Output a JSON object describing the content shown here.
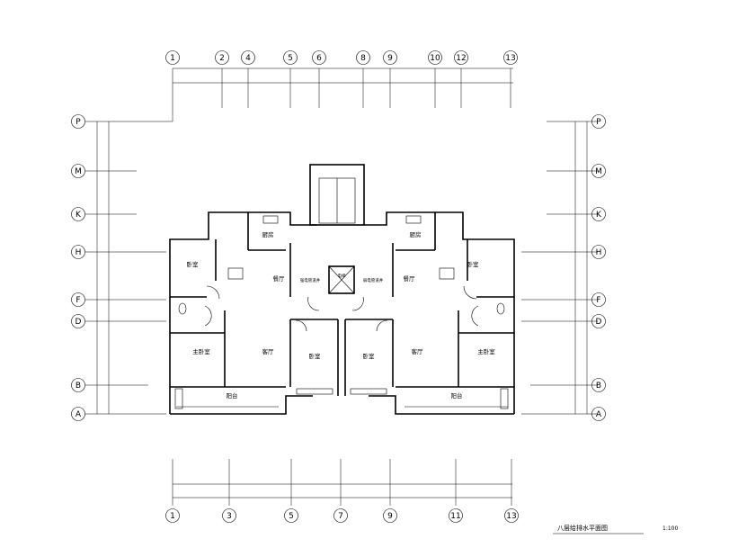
{
  "axes": {
    "top": [
      "1",
      "2",
      "4",
      "5",
      "6",
      "8",
      "9",
      "10",
      "12",
      "13"
    ],
    "bottom": [
      "1",
      "3",
      "5",
      "7",
      "9",
      "11",
      "13"
    ],
    "left": [
      "P",
      "M",
      "K",
      "H",
      "F",
      "D",
      "B",
      "A"
    ],
    "right": [
      "P",
      "M",
      "K",
      "H",
      "F",
      "D",
      "B",
      "A"
    ]
  },
  "rooms": {
    "bedroom_l": "卧室",
    "bedroom_r": "卧室",
    "living_l": "客厅",
    "living_r": "客厅",
    "kitchen_l": "厨房",
    "kitchen_r": "厨房",
    "master_l": "主卧室",
    "master_r": "主卧室",
    "bed_mid_l": "卧室",
    "bed_mid_r": "卧室",
    "balcony_l": "阳台",
    "balcony_r": "阳台",
    "dining_l": "餐厅",
    "dining_r": "餐厅",
    "elevator": "电梯",
    "shaft_l": "强电管道井",
    "shaft_r": "弱电管道井"
  },
  "drawing_title": "八层给排水平面图",
  "scale": "1:100",
  "colors": {
    "line": "#000000",
    "background": "#ffffff"
  }
}
